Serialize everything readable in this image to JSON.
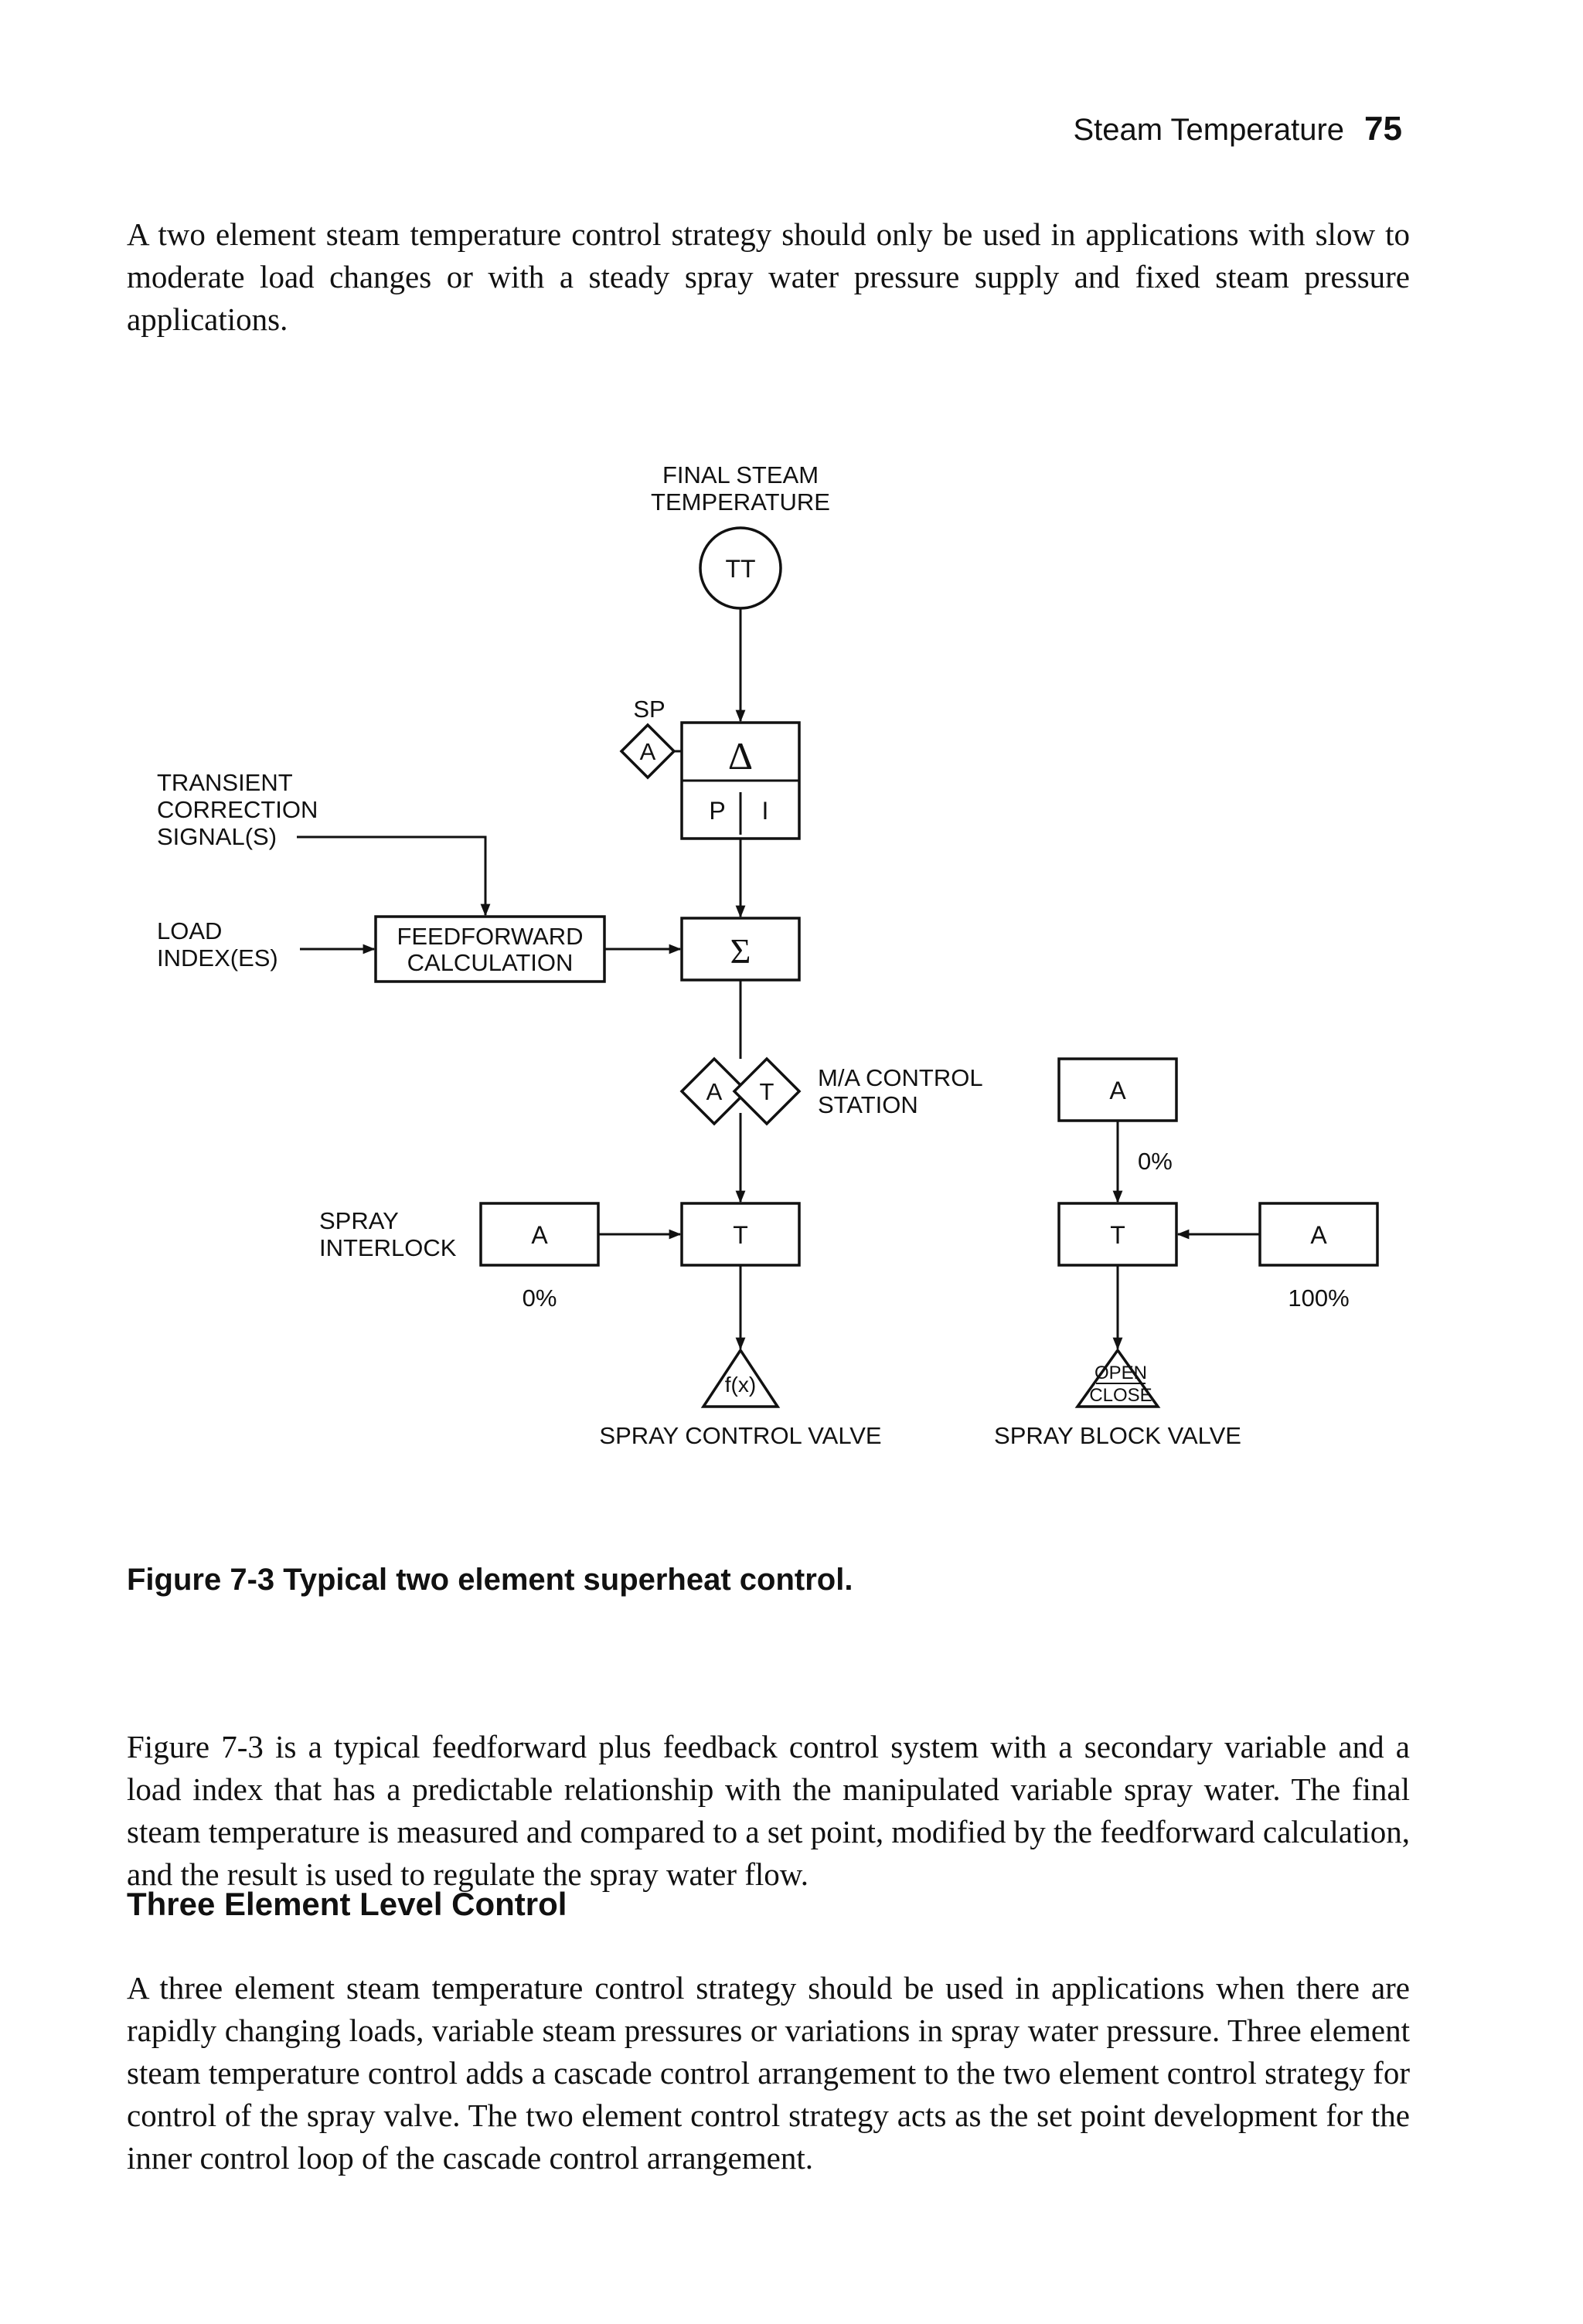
{
  "header": {
    "running_title": "Steam Temperature",
    "page_number": "75"
  },
  "paragraphs": {
    "intro": "A two element steam temperature control strategy should only be used in applications with slow to moderate load changes or with a steady spray water pressure supply and fixed steam pressure applications.",
    "figure_description": "Figure 7-3 is a typical feedforward plus feedback control system with a secondary variable and a load index that has a predictable relationship with the manipulated variable spray water. The final steam temperature is measured and compared to a set point, modified by the feedforward calculation, and the result is used to regulate the spray water flow.",
    "three_element": "A three element steam temperature control strategy should be used in applications when there are rapidly changing loads, variable steam pressures or variations in spray water pressure. Three element steam temperature control adds a cascade control arrangement to the two element control strategy for control of the spray valve. The two element control strategy acts as the set point development for the inner control loop of the cascade control arrangement."
  },
  "figure": {
    "caption": "Figure 7-3 Typical two element superheat control.",
    "labels": {
      "final_steam_line1": "FINAL STEAM",
      "final_steam_line2": "TEMPERATURE",
      "transmitter": "TT",
      "sp": "SP",
      "sp_diamond": "A",
      "delta": "Δ",
      "p": "P",
      "i": "I",
      "transient_line1": "TRANSIENT",
      "transient_line2": "CORRECTION",
      "transient_line3": "SIGNAL(S)",
      "load_line1": "LOAD",
      "load_line2": "INDEX(ES)",
      "feedforward_line1": "FEEDFORWARD",
      "feedforward_line2": "CALCULATION",
      "sigma": "Σ",
      "ma_diamond_a": "A",
      "ma_diamond_t": "T",
      "ma_line1": "M/A CONTROL",
      "ma_line2": "STATION",
      "spray_interlock_line1": "SPRAY",
      "spray_interlock_line2": "INTERLOCK",
      "interlock_a": "A",
      "interlock_zero": "0%",
      "transfer_t": "T",
      "fx": "f(x)",
      "spray_control_valve": "SPRAY CONTROL VALVE",
      "block_a_top": "A",
      "block_zero": "0%",
      "block_t": "T",
      "block_a_right": "A",
      "block_hundred": "100%",
      "open": "OPEN",
      "close": "CLOSE",
      "spray_block_valve": "SPRAY BLOCK VALVE"
    }
  },
  "section": {
    "heading": "Three Element Level Control"
  }
}
